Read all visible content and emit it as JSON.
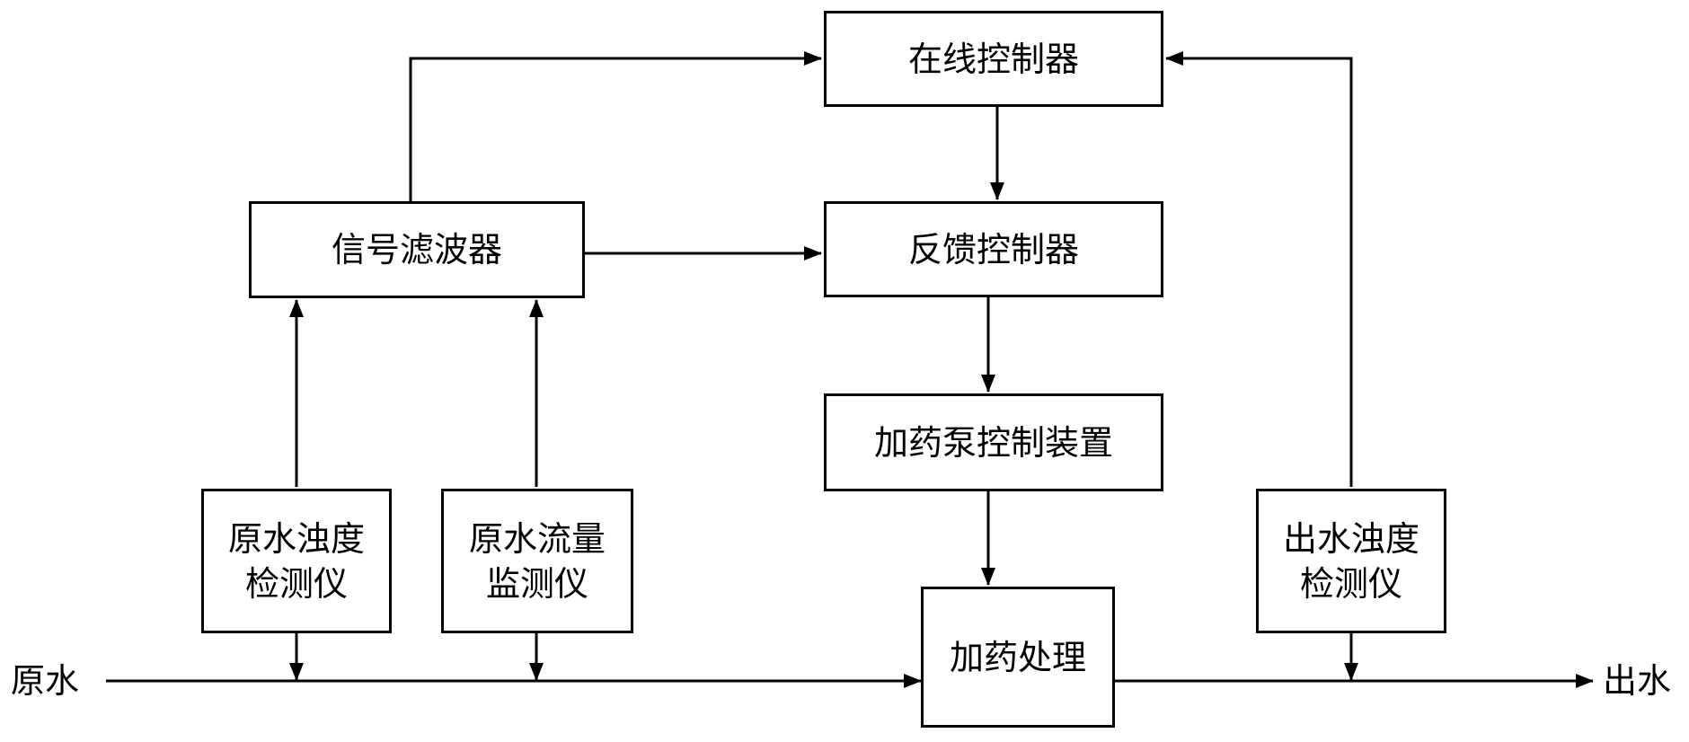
{
  "nodes": {
    "online_controller": {
      "label": "在线控制器"
    },
    "signal_filter": {
      "label": "信号滤波器"
    },
    "feedback_controller": {
      "label": "反馈控制器"
    },
    "dosing_pump_controller": {
      "label": "加药泵控制装置"
    },
    "dosing_treatment": {
      "label": "加药处理"
    },
    "raw_turbidity_meter": {
      "line1": "原水浊度",
      "line2": "检测仪"
    },
    "raw_flow_monitor": {
      "line1": "原水流量",
      "line2": "监测仪"
    },
    "outlet_turbidity_meter": {
      "line1": "出水浊度",
      "line2": "检测仪"
    }
  },
  "terminals": {
    "inlet": "原水",
    "outlet": "出水"
  },
  "edges": [
    {
      "from": "signal_filter",
      "to": "online_controller"
    },
    {
      "from": "signal_filter",
      "to": "feedback_controller"
    },
    {
      "from": "online_controller",
      "to": "feedback_controller"
    },
    {
      "from": "feedback_controller",
      "to": "dosing_pump_controller"
    },
    {
      "from": "dosing_pump_controller",
      "to": "dosing_treatment"
    },
    {
      "from": "raw_turbidity_meter",
      "to": "signal_filter"
    },
    {
      "from": "raw_flow_monitor",
      "to": "signal_filter"
    },
    {
      "from": "raw_turbidity_meter",
      "to": "inlet_pipe"
    },
    {
      "from": "raw_flow_monitor",
      "to": "inlet_pipe"
    },
    {
      "from": "inlet",
      "to": "dosing_treatment"
    },
    {
      "from": "dosing_treatment",
      "to": "outlet"
    },
    {
      "from": "outlet_turbidity_meter",
      "to": "outlet_pipe"
    },
    {
      "from": "outlet_turbidity_meter",
      "to": "online_controller"
    }
  ]
}
